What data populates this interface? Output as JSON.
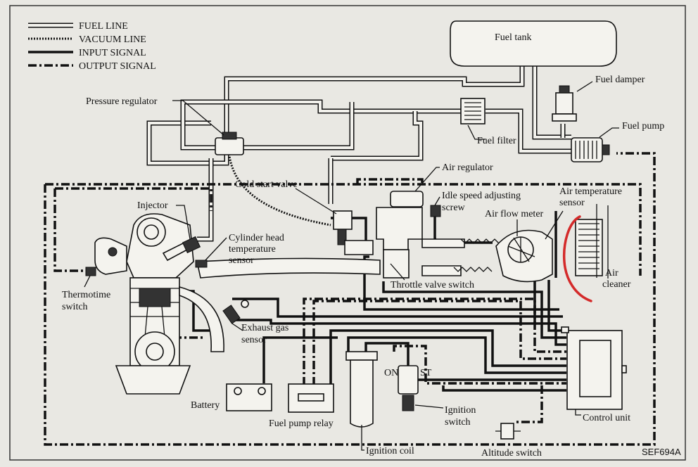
{
  "legend": {
    "fuel_line": "FUEL LINE",
    "vacuum_line": "VACUUM LINE",
    "input_signal": "INPUT SIGNAL",
    "output_signal": "OUTPUT SIGNAL"
  },
  "components": {
    "fuel_tank": "Fuel tank",
    "fuel_damper": "Fuel damper",
    "fuel_pump": "Fuel pump",
    "fuel_filter": "Fuel filter",
    "pressure_regulator": "Pressure regulator",
    "air_regulator": "Air regulator",
    "cold_start_valve": "Cold start valve",
    "idle_speed_line1": "Idle speed adjusting",
    "idle_speed_line2": "screw",
    "air_temp_line1": "Air temperature",
    "air_temp_line2": "sensor",
    "air_flow_meter": "Air flow meter",
    "injector": "Injector",
    "cyl_head_line1": "Cylinder head",
    "cyl_head_line2": "temperature",
    "cyl_head_line3": "sensor",
    "throttle_valve_switch": "Throttle valve switch",
    "air_cleaner_line1": "Air",
    "air_cleaner_line2": "cleaner",
    "thermotime_line1": "Thermotime",
    "thermotime_line2": "switch",
    "exhaust_line1": "Exhaust gas",
    "exhaust_line2": "sensor",
    "battery": "Battery",
    "on_label": "ON",
    "st_label": "ST",
    "fuel_pump_relay": "Fuel pump relay",
    "ignition_line1": "Ignition",
    "ignition_line2": "switch",
    "ignition_coil": "Ignition coil",
    "control_unit": "Control unit",
    "altitude_switch": "Altitude switch"
  },
  "figure_code": "SEF694A",
  "annotation_color": "#d42a2a"
}
